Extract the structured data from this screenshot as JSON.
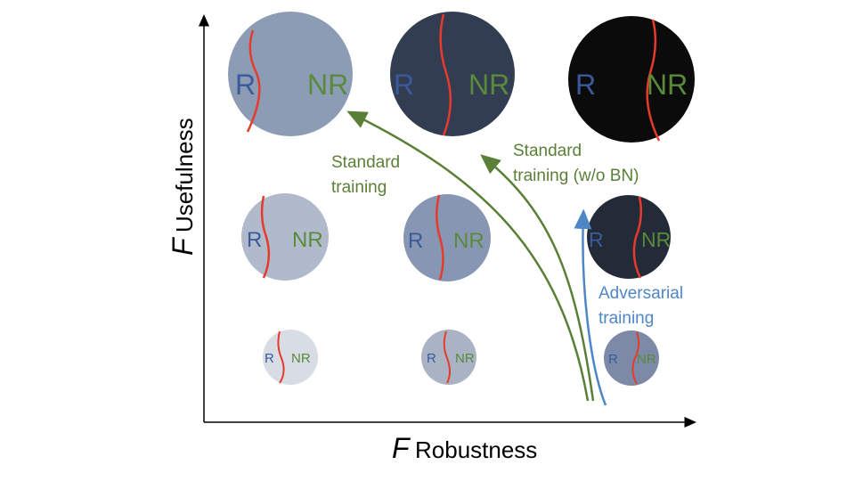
{
  "axes": {
    "x": {
      "symbol": "F",
      "title": "Robustness"
    },
    "y": {
      "symbol": "F",
      "title": "Usefulness"
    }
  },
  "circle_labels": {
    "robust": "R",
    "non_robust": "NR"
  },
  "colors": {
    "robust_text": "#3a5a9c",
    "non_robust_text": "#5a8a3c",
    "boundary": "#e53b2c",
    "standard_arrow": "#5a7f37",
    "adversarial_arrow": "#4f86c6",
    "row1": [
      "#8c9cb5",
      "#323d52",
      "#0b0b0b"
    ],
    "row2": [
      "#b0bacb",
      "#8797b3",
      "#232a38"
    ],
    "row3": [
      "#d8dce4",
      "#aab3c4",
      "#7d8aa7"
    ]
  },
  "arrows": {
    "standard": {
      "line1": "Standard",
      "line2": "training"
    },
    "standard_wo_bn": {
      "line1": "Standard",
      "line2": "training (w/o BN)"
    },
    "adversarial": {
      "line1": "Adversarial",
      "line2": "training"
    }
  }
}
